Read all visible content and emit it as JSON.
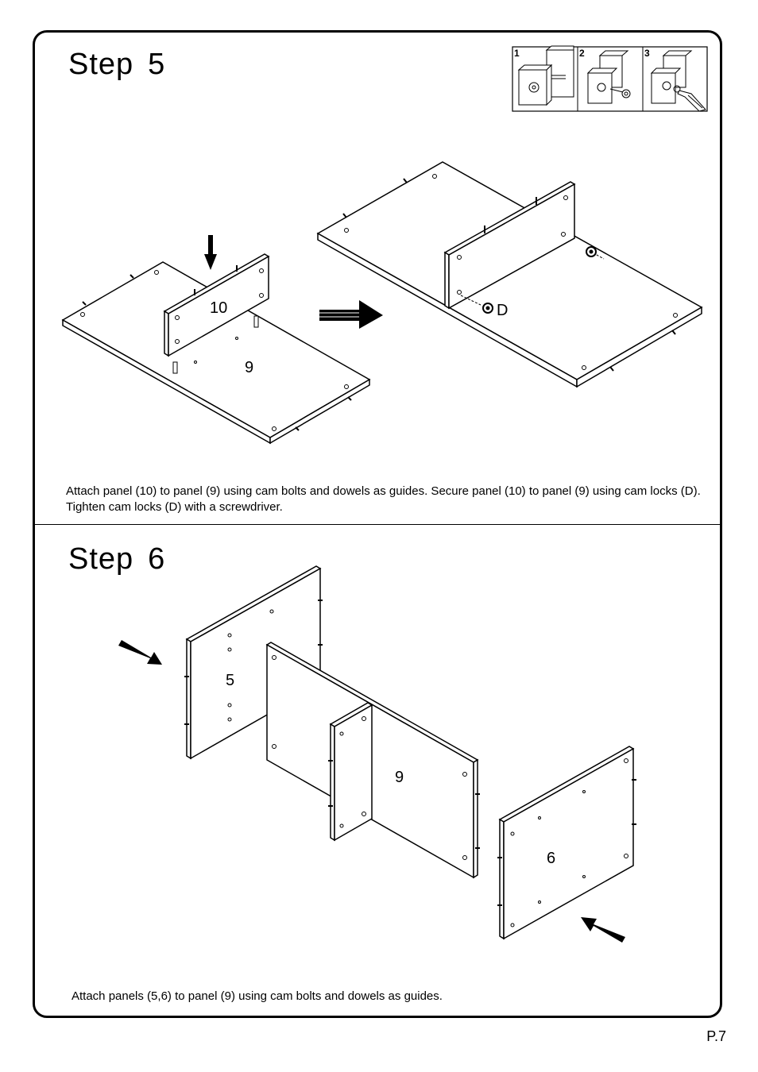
{
  "step5": {
    "title_word": "Step",
    "title_number": "5",
    "caption": "Attach panel (10) to panel (9) using cam bolts and dowels as guides.  Secure panel (10) to panel (9) using cam locks (D). Tighten cam locks (D) with a screwdriver.",
    "panel_labels": {
      "top_panel": "10",
      "base_panel": "9",
      "cam_lock": "D"
    },
    "inset_steps": [
      "1",
      "2",
      "3"
    ]
  },
  "step6": {
    "title_word": "Step",
    "title_number": "6",
    "caption": "Attach panels (5,6) to panel (9) using cam bolts and dowels as guides.",
    "panel_labels": {
      "left_panel": "5",
      "center_panel": "9",
      "right_panel": "6"
    }
  },
  "page": {
    "number": "P.7"
  },
  "icons": [
    "arrow-down-icon",
    "arrow-right-icon",
    "arrow-diagonal-icon",
    "cam-lock-icon",
    "screwdriver-icon",
    "dowel-icon"
  ]
}
